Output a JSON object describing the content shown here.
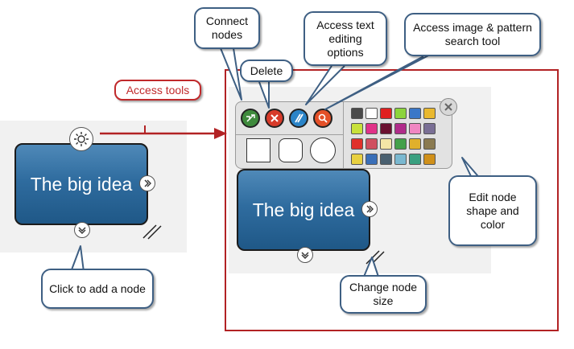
{
  "callouts": {
    "connect_nodes": "Connect nodes",
    "delete": "Delete",
    "access_text": "Access text editing options",
    "access_image": "Access image & pattern search tool",
    "access_tools": "Access tools",
    "edit_node": "Edit node shape and color",
    "click_add": "Click to add a node",
    "change_size": "Change node size"
  },
  "node_left": {
    "label": "The big idea"
  },
  "node_right": {
    "label": "The big idea"
  },
  "colors": {
    "accent_red": "#c0292b",
    "callout_border": "#3e5f83",
    "node_top": "#4f89b8",
    "node_bottom": "#1f5887"
  },
  "palette": [
    [
      "#4a4a4a",
      "#ffffff",
      "#e02020",
      "#8cd43c",
      "#3a77c8",
      "#e9b82e"
    ],
    [
      "#c8e03a",
      "#e03288",
      "#6a1030",
      "#b02c8a",
      "#f086c2",
      "#7a6f95"
    ],
    [
      "#e0302a",
      "#d05060",
      "#f4e6a6",
      "#44a04a",
      "#e0b02c",
      "#8a7a50"
    ],
    [
      "#e8d040",
      "#3a6fb8",
      "#4a6070",
      "#7ab8d0",
      "#3aa080",
      "#d0901a"
    ]
  ],
  "icons": {
    "settings": "gear-icon",
    "expand_right": "chevron-right-icon",
    "expand_down": "chevron-down-icon",
    "resize": "resize-handle-icon",
    "connect": "connect-icon",
    "delete": "delete-icon",
    "text": "text-edit-icon",
    "search": "image-search-icon",
    "close": "close-icon"
  }
}
